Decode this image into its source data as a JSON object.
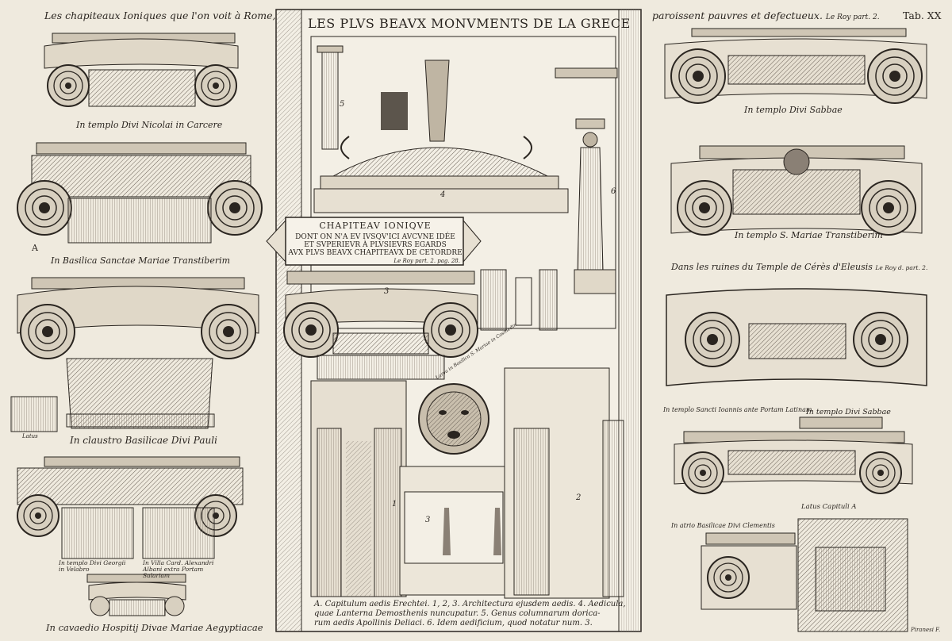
{
  "header": {
    "top_left": "Les chapiteaux Ioniques que l'on voit à Rome,",
    "top_right": "paroissent pauvres et defectueux.",
    "top_right_ref": "Le Roy part. 2.",
    "plate": "Tab. XX",
    "center_title": "LES PLVS BEAVX MONVMENTS DE LA GRECE"
  },
  "banner": {
    "line1": "CHAPITEAV IONIQVE",
    "line2": "DONT ON N'A EV IVSQV'ICI AVCVNE IDÉE",
    "line3": "ET SVPERIEVR À PLVSIEVRS EGARDS",
    "line4": "AVX PLVS BEAVX CHAPITEAVX DE CETORDRE",
    "ref": "Le Roy part. 2. pag. 28."
  },
  "left_captions": {
    "c1": "In templo Divi Nicolai in Carcere",
    "c2": "In Basilica Sanctae Mariae Transtiberim",
    "letter_a": "A",
    "c3": "In claustro Basilicae Divi Pauli",
    "latus": "Latus",
    "c4a": "In templo Divi Georgii in Velabro",
    "c4b": "In Villa Card. Alexandri Albani extra Portam Salariam",
    "c5": "In cavaedio Hospitij Divae Mariae Aegyptiacae"
  },
  "right_captions": {
    "r1": "In templo Divi Sabbae",
    "r2": "In templo S. Mariae Transtiberim",
    "r3": "Dans les ruines du Temple de Cérès d'Eleusis",
    "r3_ref": "Le Roy d. part. 2.",
    "r4a": "In templo Sancti Ioannis ante Portam Latinam",
    "r4b": "In templo Divi Sabbae",
    "r5": "Latus Capituli A",
    "r6": "In atrio Basilicae Divi Clementis",
    "signature": "Piranesi F."
  },
  "center": {
    "mask_caption": "Larva in Basilica S. Mariae in Cosmedin",
    "numbers": [
      "5",
      "4",
      "6",
      "3",
      "1",
      "3",
      "2"
    ],
    "legend_line1": "A. Capitulum aedis Erechtei. 1, 2, 3. Architectura ejusdem aedis. 4. Aedicula,",
    "legend_line2": "quae Lanterna Demosthenis nuncupatur. 5. Genus columnarum dorica-",
    "legend_line3": "rum aedis Apollinis Deliaci. 6. Idem aedificium, quod notatur num. 3."
  }
}
